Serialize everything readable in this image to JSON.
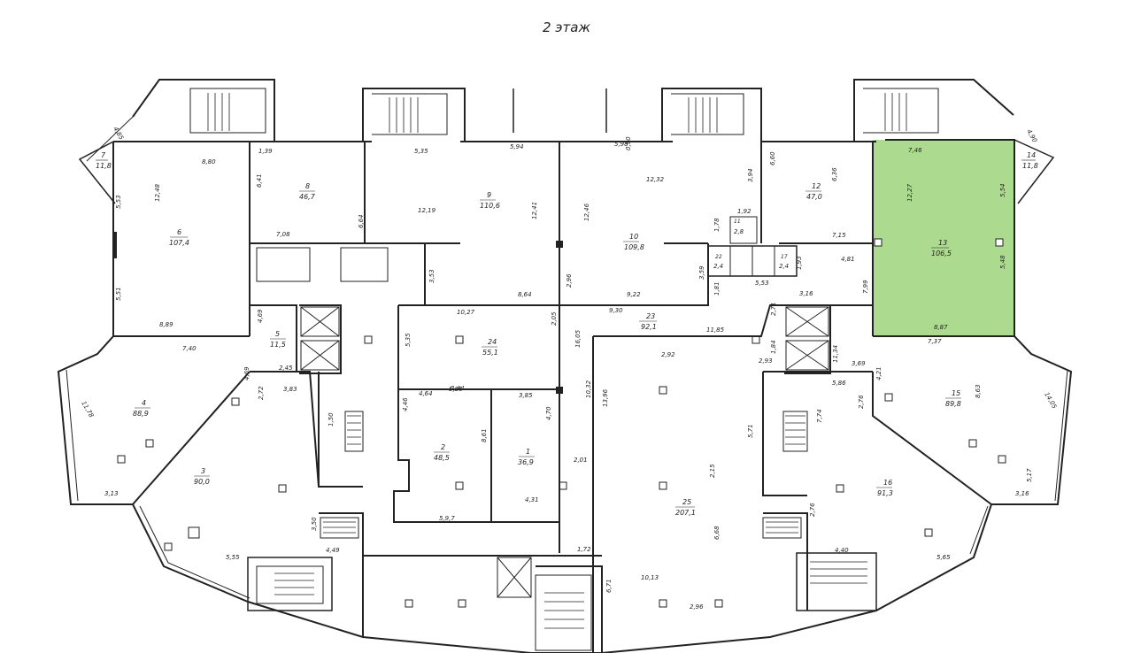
{
  "title": "2 этаж",
  "highlight_color": "#a8d98a",
  "rooms": [
    {
      "num": "1",
      "area": "36,9"
    },
    {
      "num": "2",
      "area": "48,5"
    },
    {
      "num": "3",
      "area": "90,0"
    },
    {
      "num": "4",
      "area": "88,9"
    },
    {
      "num": "5",
      "area": "11,5"
    },
    {
      "num": "6",
      "area": "107,4"
    },
    {
      "num": "7",
      "area": "11,8"
    },
    {
      "num": "8",
      "area": "46,7"
    },
    {
      "num": "9",
      "area": "110,6"
    },
    {
      "num": "10",
      "area": "109,8"
    },
    {
      "num": "11",
      "area": "2,8"
    },
    {
      "num": "12",
      "area": "47,0"
    },
    {
      "num": "13",
      "area": "106,5"
    },
    {
      "num": "14",
      "area": "11,8"
    },
    {
      "num": "15",
      "area": "89,8"
    },
    {
      "num": "16",
      "area": "91,3"
    },
    {
      "num": "23",
      "area": "92,1"
    },
    {
      "num": "24",
      "area": "55,1"
    },
    {
      "num": "25",
      "area": "207,1"
    },
    {
      "num": "22",
      "area": "2,4"
    },
    {
      "num": "17",
      "area": "2,4"
    }
  ],
  "dimensions": [
    "4,85",
    "8,80",
    "1,39",
    "6,41",
    "5,35",
    "5,94",
    "5,98",
    "0,90",
    "6,60",
    "6,36",
    "7,46",
    "4,90",
    "5,53",
    "12,48",
    "7,08",
    "6,64",
    "12,19",
    "12,41",
    "12,32",
    "3,94",
    "12,46",
    "1,92",
    "1,78",
    "12,27",
    "5,54",
    "5,51",
    "8,89",
    "7,40",
    "3,53",
    "8,64",
    "2,96",
    "9,22",
    "3,59",
    "1,81",
    "5,53",
    "1,93",
    "7,15",
    "4,81",
    "5,48",
    "4,69",
    "2,45",
    "10,27",
    "2,05",
    "9,30",
    "3,16",
    "2,71",
    "7,99",
    "8,87",
    "4,69",
    "3,83",
    "2,72",
    "5,35",
    "16,05",
    "11,85",
    "1,84",
    "7,37",
    "2,93",
    "11,34",
    "3,69",
    "5,86",
    "4,21",
    "8,63",
    "14,05",
    "11,78",
    "1,50",
    "4,64",
    "2,44",
    "3,85",
    "4,70",
    "10,32",
    "2,92",
    "5,71",
    "4,46",
    "8,61",
    "13,96",
    "2,01",
    "5,86",
    "7,74",
    "2,76",
    "3,13",
    "5,9,7",
    "4,31",
    "2,15",
    "3,16",
    "5,17",
    "3,50",
    "5,55",
    "4,49",
    "1,72",
    "6,68",
    "2,76",
    "4,40",
    "5,65",
    "6,71",
    "10,13",
    "2,96"
  ]
}
